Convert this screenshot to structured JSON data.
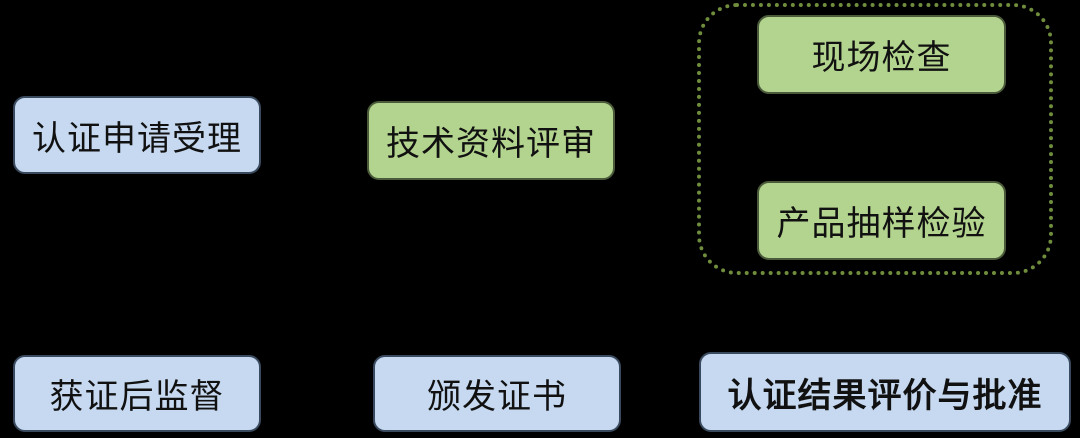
{
  "steps": {
    "application": "认证申请受理",
    "document_review": "技术资料评审",
    "onsite_inspection": "现场检查",
    "sample_testing": "产品抽样检验",
    "evaluation_approval": "认证结果评价与批准",
    "certificate_issue": "颁发证书",
    "post_supervision": "获证后监督"
  },
  "colors": {
    "blue": "#c6d9f0",
    "green": "#b3d48e",
    "group_border": "#6f8d3c",
    "background": "#000000"
  }
}
